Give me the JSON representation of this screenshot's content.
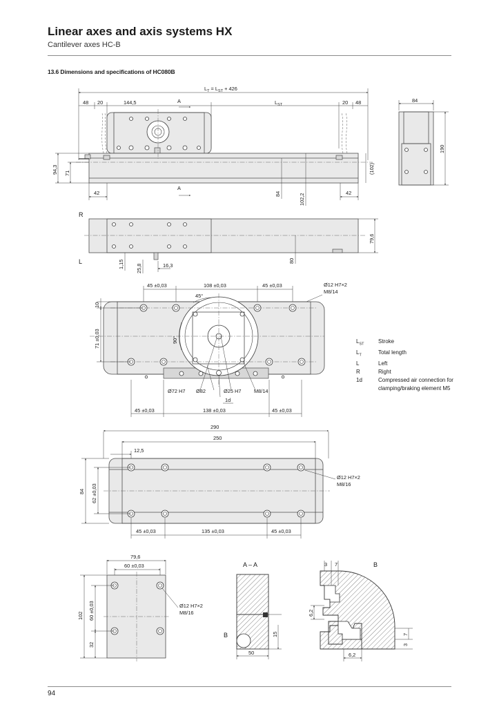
{
  "header": {
    "title": "Linear axes and axis systems HX",
    "subtitle": "Cantilever axes HC-B"
  },
  "section_heading": "13.6 Dimensions and specifications of HC080B",
  "page_number": "94",
  "drawing1": {
    "total_length": "L",
    "total_length_sub": "T",
    "total_length_eq": " = L",
    "total_length_sub2": "ST",
    "total_length_suffix": " + 426",
    "d48a": "48",
    "d20a": "20",
    "d1445": "144,5",
    "sectionA": "A",
    "lst": "L",
    "lst_sub": "ST",
    "d20b": "20",
    "d48b": "48",
    "d943": "94,3",
    "d71": "71",
    "d42a": "42",
    "d84": "84",
    "d1022": "102,2",
    "d42b": "42",
    "d102p": "(102)"
  },
  "sideview": {
    "d84": "84",
    "d190": "190"
  },
  "drawing2": {
    "labelR": "R",
    "labelL": "L",
    "d796": "79,6",
    "d115": "1,15",
    "d258": "25,8",
    "d163": "16,3",
    "d80": "80"
  },
  "drawing3": {
    "d45a": "45 ±0,03",
    "d108": "108 ±0,03",
    "d45b": "45 ±0,03",
    "bore1": "Ø12 H7×2",
    "bore2": "M8/14",
    "d10": "10",
    "d71": "71 ±0,03",
    "ang45": "45°",
    "ang90": "90°",
    "dia72": "Ø72 H7",
    "dia82": "Ø82",
    "dia25": "Ø25 H7",
    "thread": "M8/14",
    "note1d": "1d",
    "d45c": "45 ±0,03",
    "d138": "138 ±0,03",
    "d45d": "45 ±0,03"
  },
  "legend": [
    {
      "key": "L",
      "sub": "ST",
      "text": "Stroke"
    },
    {
      "key": "L",
      "sub": "T",
      "text": "Total length"
    },
    {
      "key": "L",
      "sub": "",
      "text": "Left"
    },
    {
      "key": "R",
      "sub": "",
      "text": "Right"
    },
    {
      "key": "1d",
      "sub": "",
      "text": "Compressed air connection for"
    },
    {
      "key": "",
      "sub": "",
      "text": "clamping/braking element M5"
    }
  ],
  "drawing4": {
    "d290": "290",
    "d250": "250",
    "d125": "12,5",
    "d84": "84",
    "d62": "62 ±0,03",
    "bore1": "Ø12 H7×2",
    "bore2": "M8/16",
    "d45a": "45 ±0,03",
    "d135": "135 ±0,03",
    "d45b": "45 ±0,03"
  },
  "drawing5": {
    "d796": "79,6",
    "d60": "60 ±0,03",
    "d102": "102",
    "d60v": "60 ±0,03",
    "d32": "32",
    "bore1": "Ø12 H7×2",
    "bore2": "M8/16"
  },
  "sectionAA": {
    "title": "A – A",
    "labelB": "B",
    "d15": "15",
    "d50": "50"
  },
  "detailB": {
    "title": "B",
    "d3a": "3",
    "d7a": "7",
    "d62a": "6,2",
    "d7b": "7",
    "d3b": "3",
    "d62b": "6,2"
  }
}
